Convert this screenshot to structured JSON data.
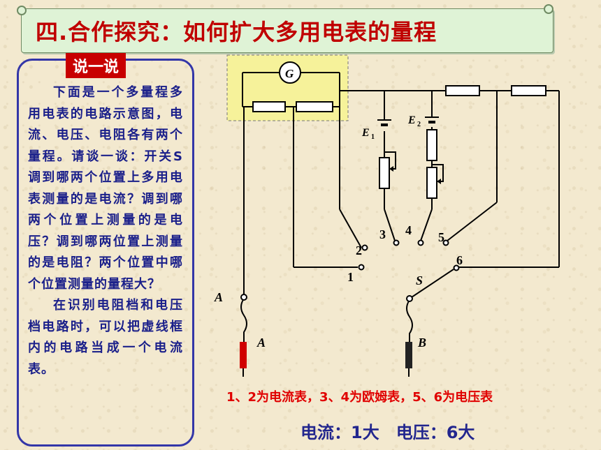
{
  "title": "四.合作探究：如何扩大多用电表的量程",
  "tag": "说一说",
  "panel": {
    "p1": "下面是一个多量程多用电表的电路示意图，电流、电压、电阻各有两个量程。请谈一谈：开关S 调到哪两个位置上多用电表测量的是电流？调到哪两个位置上测量的是电压？调到哪两位置上测量的是电阻？两个位置中哪个位置测量的量程大？",
    "p2": "在识别电阻档和电压档电路时，可以把虚线框内的电路当成一个电流表。"
  },
  "circuit": {
    "galvanometer": "G",
    "E1": "E",
    "E1_sub": "1",
    "E2": "E",
    "E2_sub": "2",
    "switch": "S",
    "terminal_A": "A",
    "terminal_B": "B",
    "probe_A": "A",
    "pos1": "1",
    "pos2": "2",
    "pos3": "3",
    "pos4": "4",
    "pos5": "5",
    "pos6": "6"
  },
  "answer": "1、2为电流表，3、4为欧姆表，5、6为电压表",
  "result": "电流：1大　电压：6大",
  "colors": {
    "accent": "#c00000",
    "panel_border": "#3336a8",
    "text_blue": "#1a1f8a",
    "box_fill": "#f6f29a",
    "probe_red": "#d00000"
  }
}
